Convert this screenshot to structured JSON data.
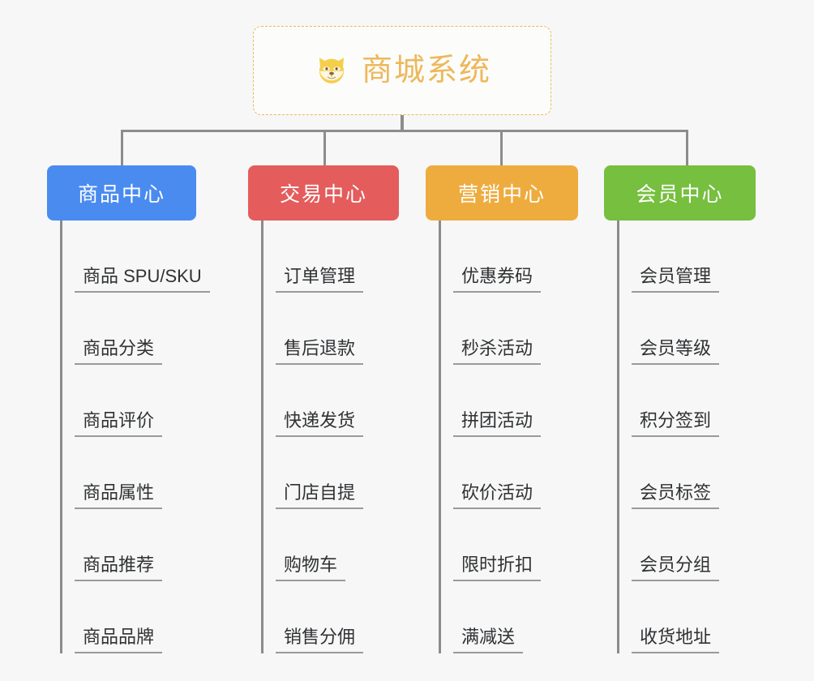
{
  "page": {
    "background_color": "#f7f7f7",
    "line_color": "#8c8c8c",
    "leaf_text_color": "#2f3133"
  },
  "root": {
    "title": "商城系统",
    "icon": "shiba-dog-face-icon",
    "text_color": "#edb85a",
    "border_color": "#edb85a",
    "background_color": "#fcfcfb"
  },
  "branches": [
    {
      "title": "商品中心",
      "color": "#4a8bf0",
      "items": [
        {
          "label": "商品 SPU/SKU"
        },
        {
          "label": "商品分类"
        },
        {
          "label": "商品评价"
        },
        {
          "label": "商品属性"
        },
        {
          "label": "商品推荐"
        },
        {
          "label": "商品品牌"
        }
      ]
    },
    {
      "title": "交易中心",
      "color": "#e45c5c",
      "items": [
        {
          "label": "订单管理"
        },
        {
          "label": "售后退款"
        },
        {
          "label": "快递发货"
        },
        {
          "label": "门店自提"
        },
        {
          "label": "购物车"
        },
        {
          "label": "销售分佣"
        }
      ]
    },
    {
      "title": "营销中心",
      "color": "#eeac3f",
      "items": [
        {
          "label": "优惠券码"
        },
        {
          "label": "秒杀活动"
        },
        {
          "label": "拼团活动"
        },
        {
          "label": "砍价活动"
        },
        {
          "label": "限时折扣"
        },
        {
          "label": "满减送"
        }
      ]
    },
    {
      "title": "会员中心",
      "color": "#76bf3f",
      "items": [
        {
          "label": "会员管理"
        },
        {
          "label": "会员等级"
        },
        {
          "label": "积分签到"
        },
        {
          "label": "会员标签"
        },
        {
          "label": "会员分组"
        },
        {
          "label": "收货地址"
        }
      ]
    }
  ]
}
